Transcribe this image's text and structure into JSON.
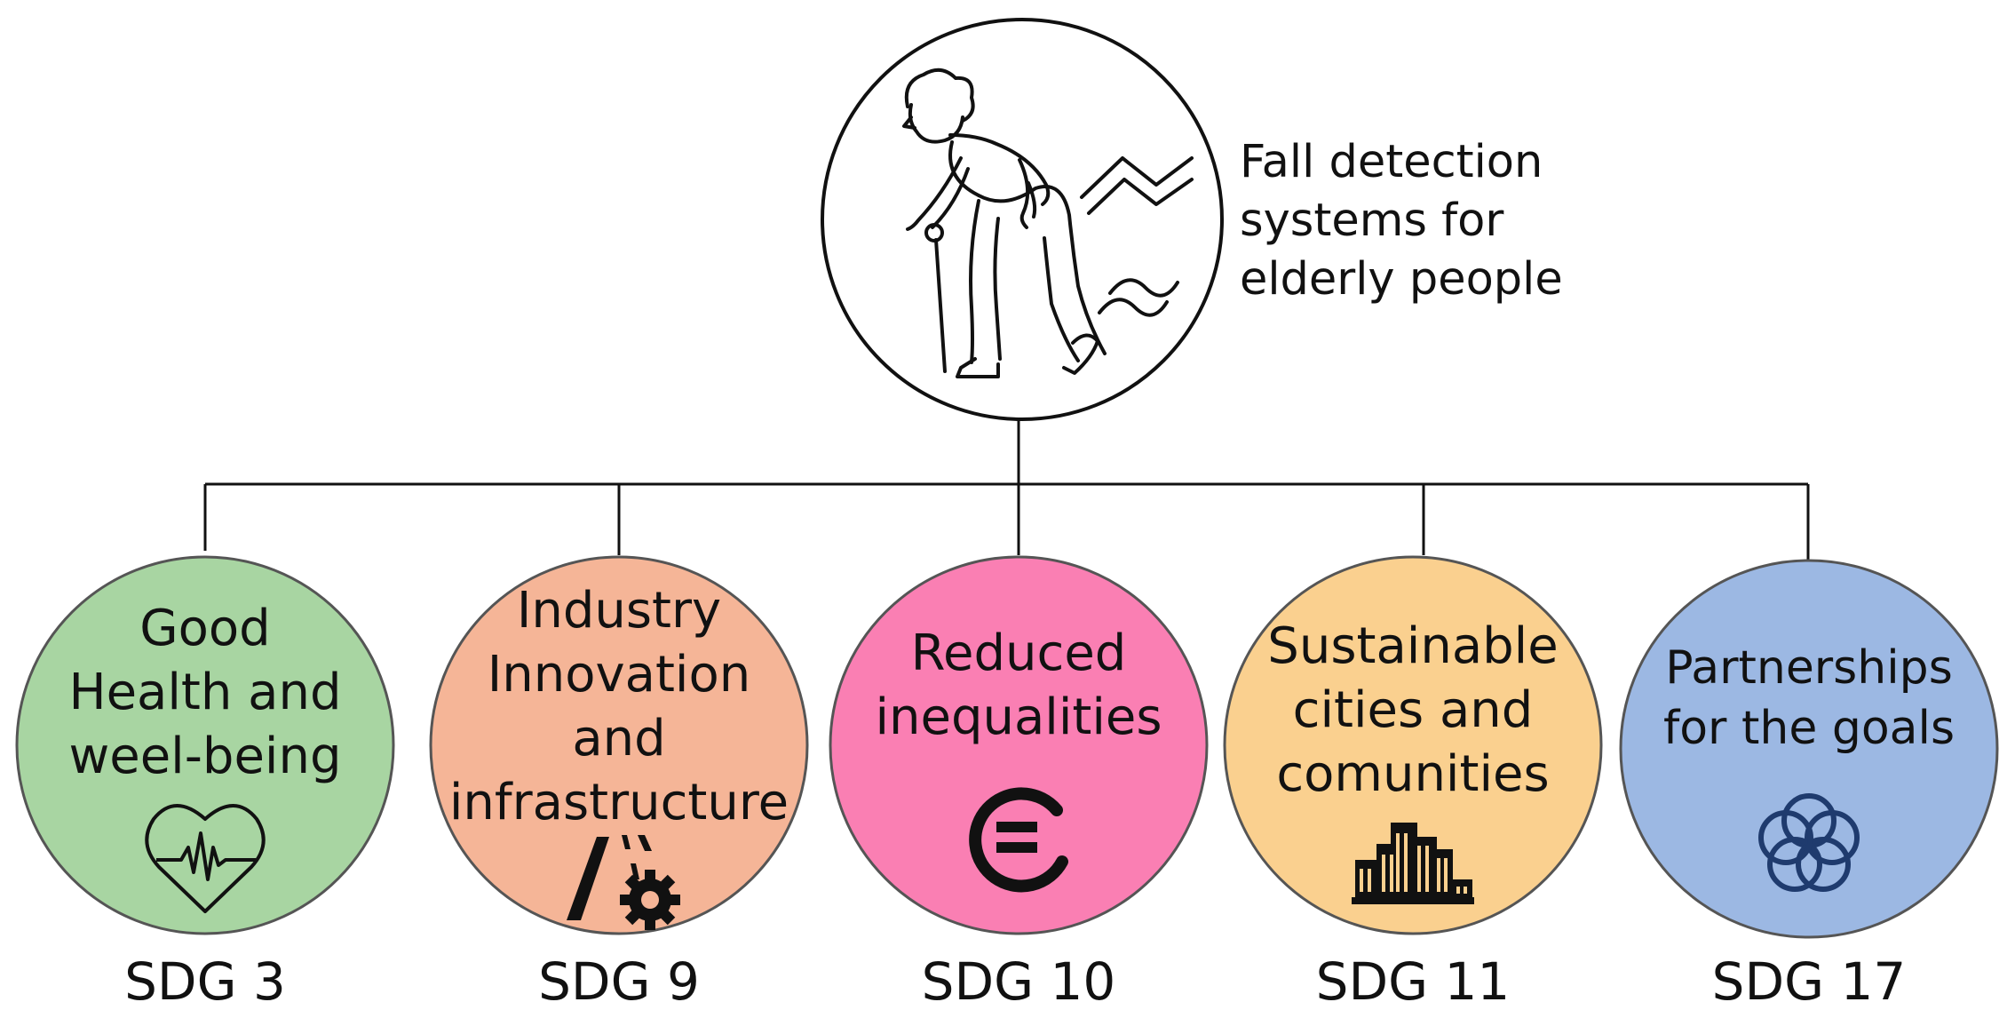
{
  "root": {
    "label_lines": [
      "Fall detection",
      "systems for",
      "elderly people"
    ],
    "icon": "elderly-person-falling-icon"
  },
  "line_color": "#111111",
  "goals": [
    {
      "id": "sdg3",
      "lines": [
        "Good",
        "Health and",
        "weel-being"
      ],
      "code": "SDG 3",
      "color": "#a8d5a2",
      "icon": "heart-heartbeat-icon"
    },
    {
      "id": "sdg9",
      "lines": [
        "Industry",
        "Innovation",
        "and",
        "infrastructure"
      ],
      "code": "SDG 9",
      "color": "#f5b597",
      "icon": "road-gear-icon"
    },
    {
      "id": "sdg10",
      "lines": [
        "Reduced",
        "inequalities"
      ],
      "code": "SDG 10",
      "color": "#fa7fb3",
      "icon": "equals-circle-icon"
    },
    {
      "id": "sdg11",
      "lines": [
        "Sustainable",
        "cities and",
        "comunities"
      ],
      "code": "SDG 11",
      "color": "#fad08f",
      "icon": "city-buildings-icon"
    },
    {
      "id": "sdg17",
      "lines": [
        "Partnerships",
        "for the goals"
      ],
      "code": "SDG 17",
      "color": "#9cb8e3",
      "icon": "interlocking-rings-flower-icon"
    }
  ]
}
